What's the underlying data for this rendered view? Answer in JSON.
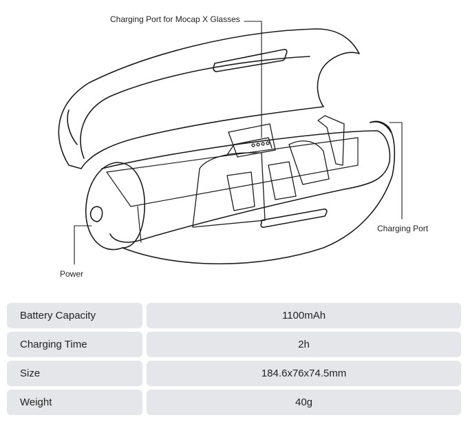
{
  "callouts": {
    "mocap_port": "Charging Port for Mocap X Glasses",
    "charging_port": "Charging Port",
    "power": "Power"
  },
  "specs": [
    {
      "key": "Battery Capacity",
      "value": "1100mAh"
    },
    {
      "key": "Charging Time",
      "value": "2h"
    },
    {
      "key": "Size",
      "value": "184.6x76x74.5mm"
    },
    {
      "key": "Weight",
      "value": "40g"
    }
  ],
  "colors": {
    "line": "#1a1a1a",
    "table_cell": "#e4e6e9",
    "background": "#ffffff"
  }
}
